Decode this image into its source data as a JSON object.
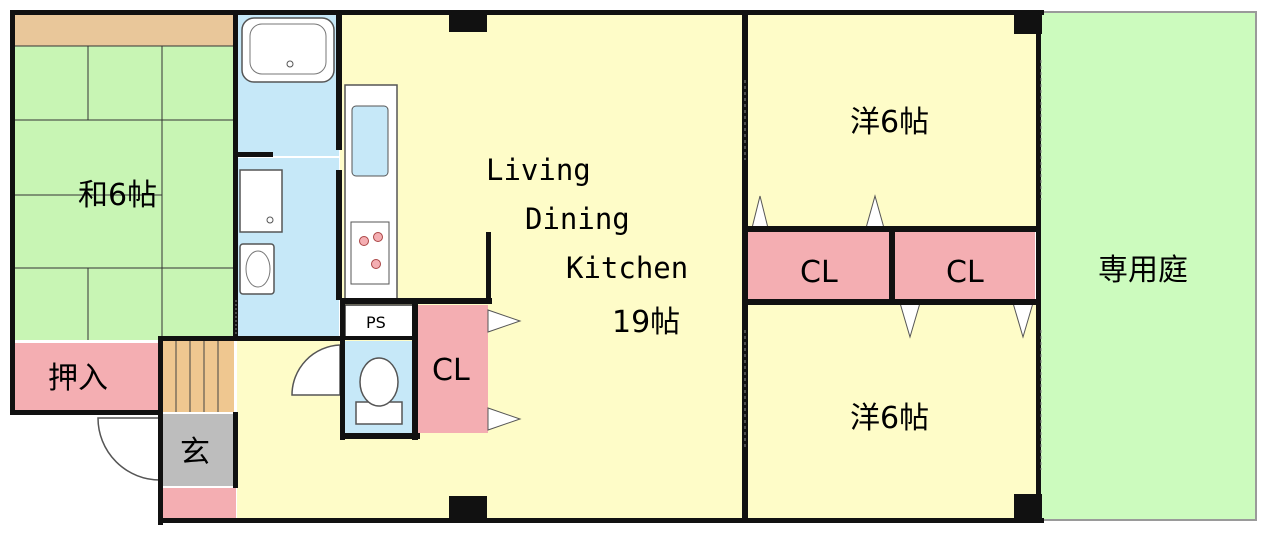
{
  "rooms": {
    "washitsu": "和6帖",
    "oshiire": "押入",
    "genkan": "玄",
    "ldk_line1": "Living",
    "ldk_line2": "Dining",
    "ldk_line3": "Kitchen",
    "ldk_size": "19帖",
    "ps": "PS",
    "cl_ldk": "CL",
    "youshitsu_top": "洋6帖",
    "youshitsu_bottom": "洋6帖",
    "cl_left": "CL",
    "cl_right": "CL",
    "garden": "専用庭"
  },
  "colors": {
    "tatami": "#c8f5b4",
    "tatami_edge": "#e9c79a",
    "closet": "#f4aeb2",
    "wet_area": "#c6e8f8",
    "floor": "#fefcc8",
    "garden": "#ccfbbe",
    "entrance": "#bdbdbd",
    "stairs": "#efc790",
    "wall": "#111111"
  }
}
